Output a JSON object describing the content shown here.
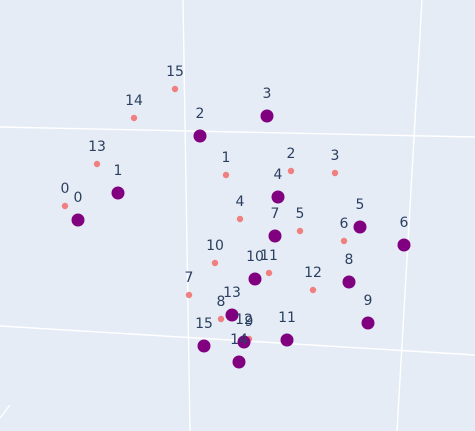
{
  "map": {
    "background_color": "#e5ecf6",
    "grid_color": "#ffffff",
    "label_color": "#2a3f5f"
  },
  "chart_data": {
    "type": "scatter",
    "title": "",
    "series": [
      {
        "marker": "small-dot",
        "color": "#f08080",
        "points": [
          {
            "label": "0"
          },
          {
            "label": "1"
          },
          {
            "label": "2"
          },
          {
            "label": "3"
          },
          {
            "label": "4"
          },
          {
            "label": "5"
          },
          {
            "label": "6"
          },
          {
            "label": "7"
          },
          {
            "label": "8"
          },
          {
            "label": "9"
          },
          {
            "label": "10"
          },
          {
            "label": "11"
          },
          {
            "label": "12"
          },
          {
            "label": "13"
          },
          {
            "label": "14"
          },
          {
            "label": "15"
          }
        ]
      },
      {
        "marker": "large-dot",
        "color": "#800080",
        "points": [
          {
            "label": "0"
          },
          {
            "label": "1"
          },
          {
            "label": "2"
          },
          {
            "label": "3"
          },
          {
            "label": "4"
          },
          {
            "label": "5"
          },
          {
            "label": "6"
          },
          {
            "label": "7"
          },
          {
            "label": "8"
          },
          {
            "label": "9"
          },
          {
            "label": "10"
          },
          {
            "label": "11"
          },
          {
            "label": "12"
          },
          {
            "label": "13"
          },
          {
            "label": "14"
          },
          {
            "label": "15"
          }
        ]
      }
    ]
  }
}
